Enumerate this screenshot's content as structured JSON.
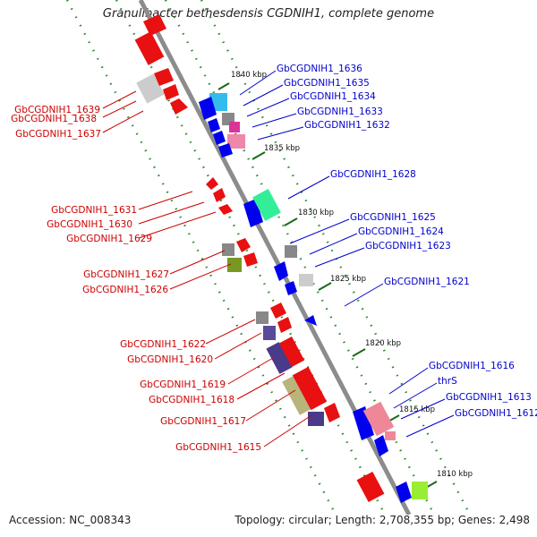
{
  "title": "Granulibacter bethesdensis CGDNIH1, complete genome",
  "footer": {
    "accession": "Accession: NC_008343",
    "summary": "Topology: circular; Length: 2,708,355 bp; Genes: 2,498"
  },
  "colors": {
    "left_label": "#cc0000",
    "right_label": "#0000cc",
    "backbone": "#8c8c8c",
    "tick_dots": "#2a8a2a"
  },
  "kbp_marks": [
    "1840 kbp",
    "1835 kbp",
    "1830 kbp",
    "1825 kbp",
    "1820 kbp",
    "1815 kbp",
    "1810 kbp"
  ],
  "left_labels": [
    "GbCGDNIH1_1639",
    "GbCGDNIH1_1638",
    "GbCGDNIH1_1637",
    "GbCGDNIH1_1631",
    "GbCGDNIH1_1630",
    "GbCGDNIH1_1629",
    "GbCGDNIH1_1627",
    "GbCGDNIH1_1626",
    "GbCGDNIH1_1622",
    "GbCGDNIH1_1620",
    "GbCGDNIH1_1619",
    "GbCGDNIH1_1618",
    "GbCGDNIH1_1617",
    "GbCGDNIH1_1615"
  ],
  "right_labels": [
    "GbCGDNIH1_1636",
    "GbCGDNIH1_1635",
    "GbCGDNIH1_1634",
    "GbCGDNIH1_1633",
    "GbCGDNIH1_1632",
    "GbCGDNIH1_1628",
    "GbCGDNIH1_1625",
    "GbCGDNIH1_1624",
    "GbCGDNIH1_1623",
    "GbCGDNIH1_1621",
    "GbCGDNIH1_1616",
    "thrS",
    "GbCGDNIH1_1613",
    "GbCGDNIH1_1612"
  ]
}
